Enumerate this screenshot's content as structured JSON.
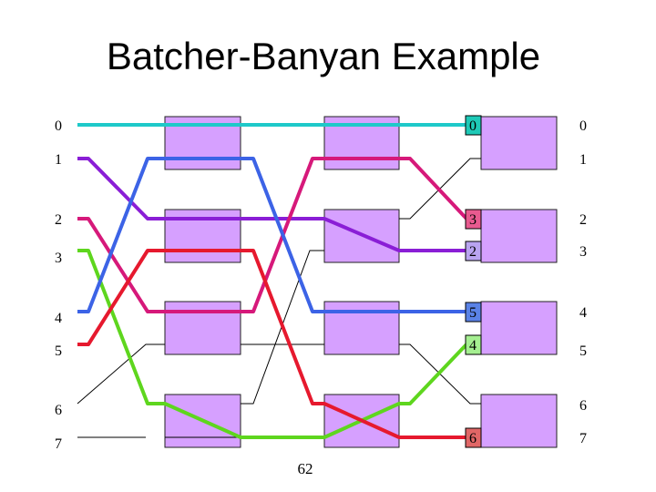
{
  "title": "Batcher-Banyan Example",
  "page_number": "62",
  "input_labels": [
    "0",
    "1",
    "2",
    "3",
    "4",
    "5",
    "6",
    "7"
  ],
  "output_labels": [
    "0",
    "1",
    "2",
    "3",
    "4",
    "5",
    "6",
    "7"
  ],
  "output_tags": [
    {
      "port": 0,
      "text": "0",
      "color": "#1ec9b7"
    },
    {
      "port": 2,
      "text": "3",
      "color": "#e85a8f"
    },
    {
      "port": 3,
      "text": "2",
      "color": "#b9a4f0"
    },
    {
      "port": 4,
      "text": "5",
      "color": "#5a82e6"
    },
    {
      "port": 5,
      "text": "4",
      "color": "#a5ef91"
    },
    {
      "port": 7,
      "text": "6",
      "color": "#e06666"
    }
  ],
  "colors": {
    "switch_fill": "#d6a0ff",
    "cyan": "#1ec9c9",
    "purple": "#8a1ed6",
    "magenta": "#d6197a",
    "green": "#5ed61e",
    "blue": "#3c63e6",
    "red": "#e6192e"
  }
}
